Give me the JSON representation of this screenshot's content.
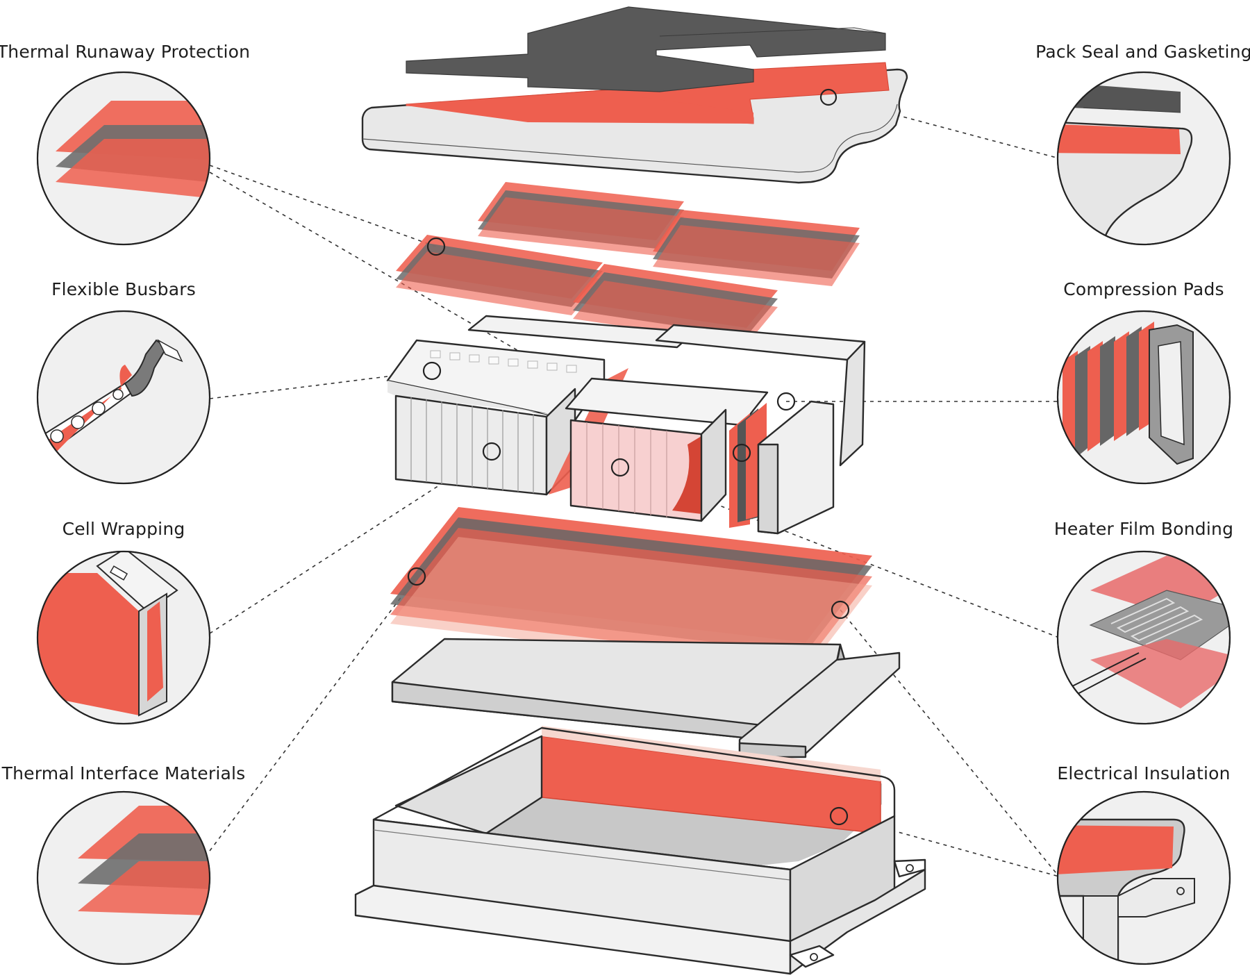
{
  "labels": {
    "thermal_runaway": "Thermal Runaway Protection",
    "flexible_busbars": "Flexible Busbars",
    "cell_wrapping": "Cell Wrapping",
    "thermal_interface": "Thermal Interface Materials",
    "pack_seal": "Pack Seal and Gasketing",
    "compression_pads": "Compression Pads",
    "heater_film": "Heater Film Bonding",
    "electrical_insulation": "Electrical Insulation"
  },
  "colors": {
    "accent": "#ee5f4f",
    "accent_dark": "#d44535",
    "dark_gray": "#555555",
    "light_gray": "#e6e6e6",
    "outline": "#2b2b2b",
    "detail_bg": "#f0f0f0"
  }
}
